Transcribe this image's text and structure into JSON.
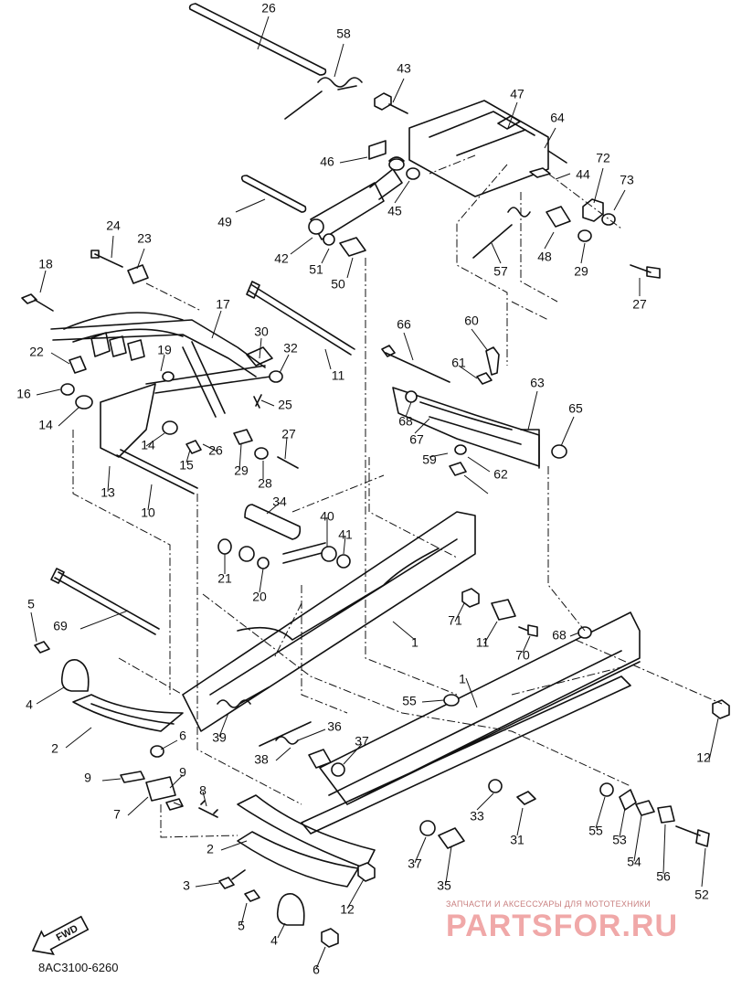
{
  "diagram_code": "8AC3100-6260",
  "fwd_label": "FWD",
  "watermark": {
    "tagline": "ЗАПЧАСТИ И АКСЕССУАРЫ ДЛЯ МОТОТЕХНИКИ",
    "logo": "PARTSFOR.RU"
  },
  "callouts": [
    "26",
    "58",
    "43",
    "47",
    "64",
    "46",
    "44",
    "72",
    "73",
    "45",
    "49",
    "24",
    "23",
    "42",
    "51",
    "50",
    "48",
    "29",
    "57",
    "27",
    "18",
    "17",
    "30",
    "32",
    "66",
    "60",
    "11",
    "22",
    "19",
    "61",
    "63",
    "16",
    "25",
    "65",
    "68",
    "14",
    "67",
    "59",
    "14",
    "26",
    "27",
    "15",
    "29",
    "28",
    "62",
    "13",
    "10",
    "34",
    "40",
    "41",
    "21",
    "20",
    "5",
    "71",
    "69",
    "11",
    "70",
    "68",
    "1",
    "4",
    "55",
    "2",
    "6",
    "39",
    "36",
    "38",
    "37",
    "9",
    "9",
    "7",
    "8",
    "33",
    "31",
    "55",
    "53",
    "54",
    "56",
    "2",
    "37",
    "35",
    "3",
    "12",
    "5",
    "4",
    "6",
    "12",
    "52",
    "1"
  ]
}
